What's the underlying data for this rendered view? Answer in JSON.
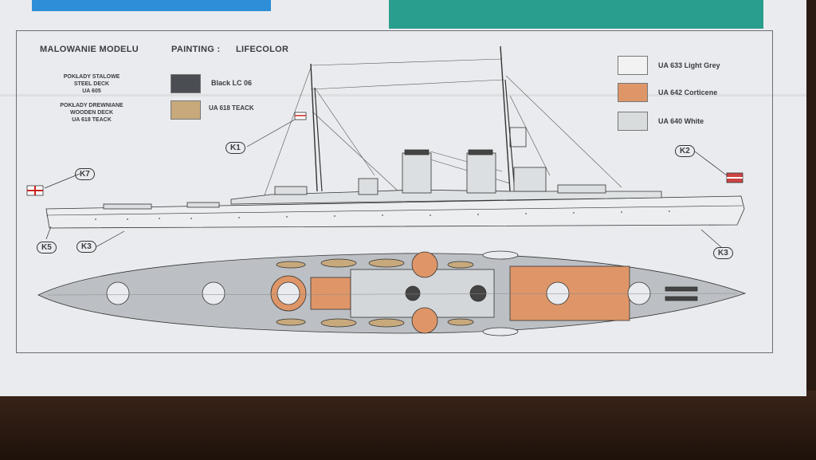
{
  "header": {
    "title": "MALOWANIE MODELU",
    "painting_label": "PAINTING :",
    "brand": "LIFECOLOR"
  },
  "legend_left": [
    {
      "text_pl": "POKŁADY STALOWE",
      "text_en": "STEEL DECK",
      "code": "UA 605",
      "swatch_label": "Black LC 06",
      "color": "#4a4e52"
    },
    {
      "text_pl": "POKŁADY DREWNIANE",
      "text_en": "WOODEN DECK",
      "code": "UA 618 TEACK",
      "swatch_label": "UA 618 TEACK",
      "color": "#c7a97c"
    }
  ],
  "legend_right": [
    {
      "label": "UA 633 Light Grey",
      "color": "#f2f2f2"
    },
    {
      "label": "UA 642  Corticene",
      "color": "#de9668"
    },
    {
      "label": "UA 640 White",
      "color": "#d8dcdc"
    }
  ],
  "callouts": {
    "k1": "K1",
    "k2": "K2",
    "k3a": "K3",
    "k3b": "K3",
    "k5": "K5",
    "k7": "K7"
  }
}
